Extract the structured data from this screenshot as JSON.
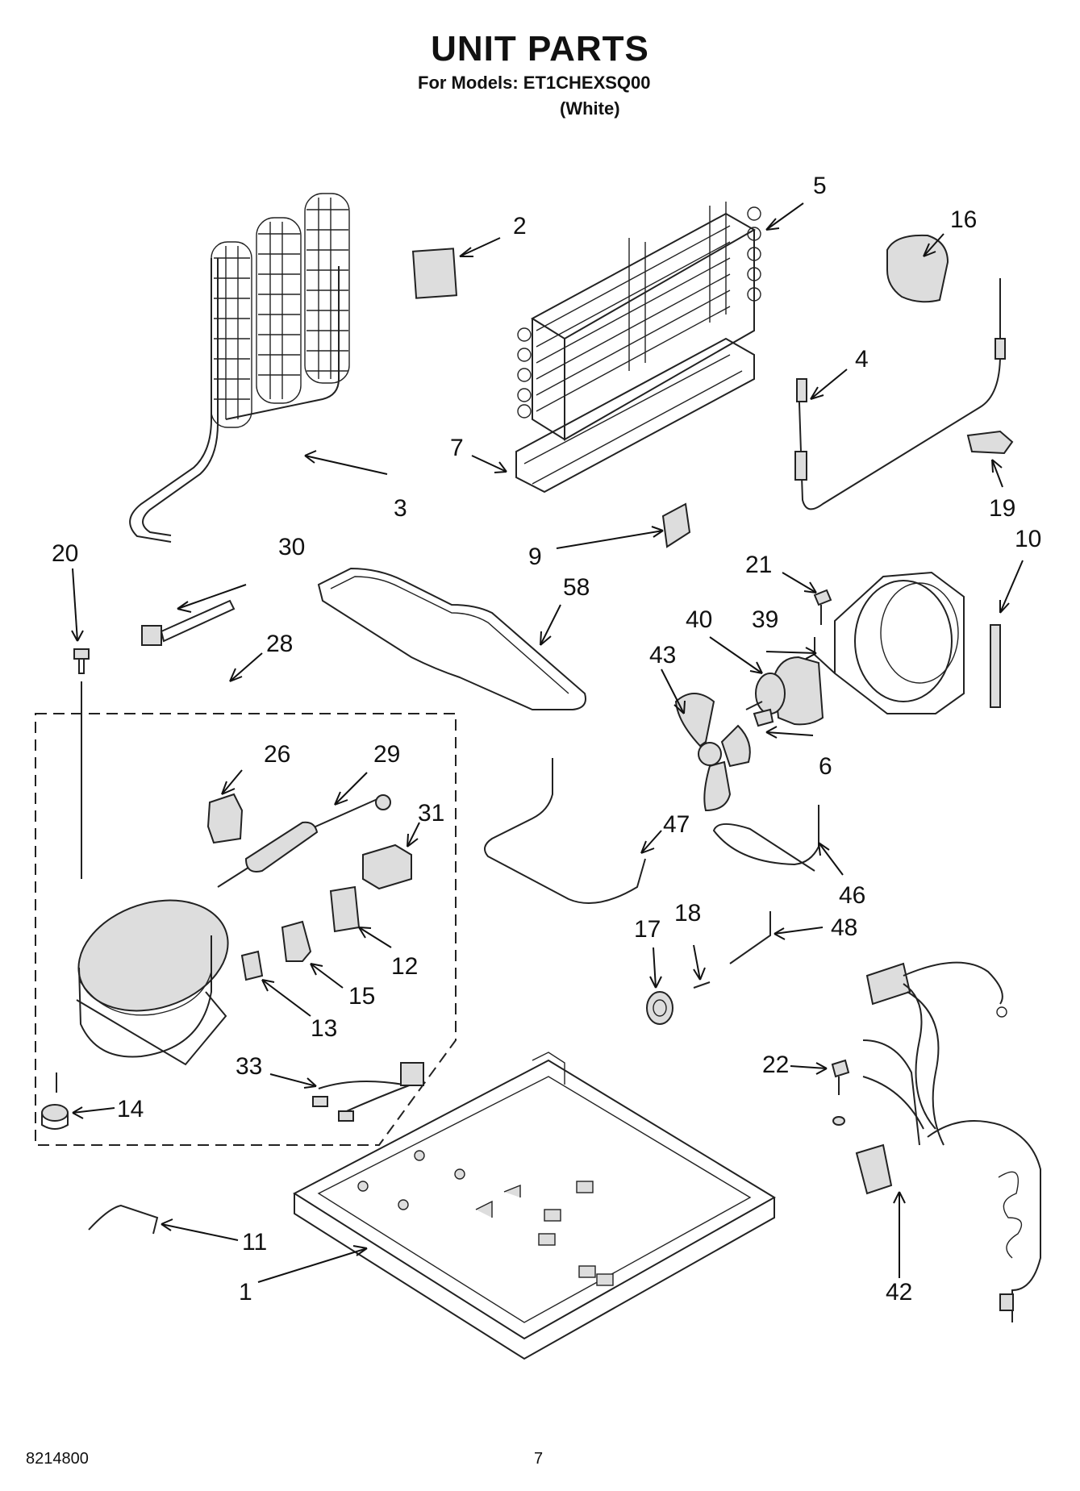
{
  "header": {
    "title": "UNIT PARTS",
    "models_line": "For Models: ET1CHEXSQ00",
    "color_line": "(White)"
  },
  "footer": {
    "doc_number": "8214800",
    "page_number": "7"
  },
  "callouts": [
    {
      "id": "c1",
      "text": "1"
    },
    {
      "id": "c2",
      "text": "2"
    },
    {
      "id": "c3",
      "text": "3"
    },
    {
      "id": "c4",
      "text": "4"
    },
    {
      "id": "c5",
      "text": "5"
    },
    {
      "id": "c6",
      "text": "6"
    },
    {
      "id": "c7",
      "text": "7"
    },
    {
      "id": "c9",
      "text": "9"
    },
    {
      "id": "c10",
      "text": "10"
    },
    {
      "id": "c11",
      "text": "11"
    },
    {
      "id": "c12",
      "text": "12"
    },
    {
      "id": "c13",
      "text": "13"
    },
    {
      "id": "c14",
      "text": "14"
    },
    {
      "id": "c15",
      "text": "15"
    },
    {
      "id": "c16",
      "text": "16"
    },
    {
      "id": "c17",
      "text": "17"
    },
    {
      "id": "c18",
      "text": "18"
    },
    {
      "id": "c19",
      "text": "19"
    },
    {
      "id": "c20",
      "text": "20"
    },
    {
      "id": "c21",
      "text": "21"
    },
    {
      "id": "c22",
      "text": "22"
    },
    {
      "id": "c26",
      "text": "26"
    },
    {
      "id": "c28",
      "text": "28"
    },
    {
      "id": "c29",
      "text": "29"
    },
    {
      "id": "c30",
      "text": "30"
    },
    {
      "id": "c31",
      "text": "31"
    },
    {
      "id": "c33",
      "text": "33"
    },
    {
      "id": "c39",
      "text": "39"
    },
    {
      "id": "c40",
      "text": "40"
    },
    {
      "id": "c42",
      "text": "42"
    },
    {
      "id": "c43",
      "text": "43"
    },
    {
      "id": "c46",
      "text": "46"
    },
    {
      "id": "c47",
      "text": "47"
    },
    {
      "id": "c48",
      "text": "48"
    },
    {
      "id": "c58",
      "text": "58"
    }
  ]
}
